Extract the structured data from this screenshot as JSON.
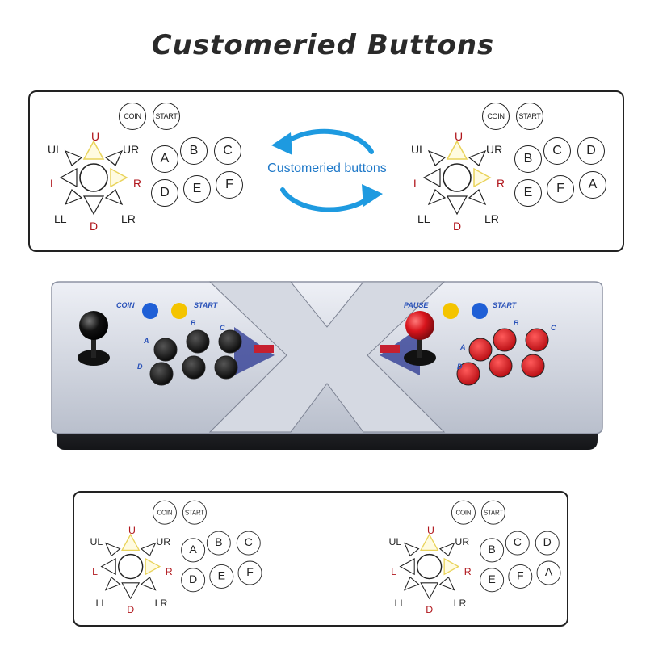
{
  "title": "Customeried Buttons",
  "center_caption": "Customeried buttons",
  "layouts": {
    "top_left": {
      "coin": "COIN",
      "start": "START",
      "dirs": {
        "u": "U",
        "ul": "UL",
        "ur": "UR",
        "l": "L",
        "r": "R",
        "ll": "LL",
        "lr": "LR",
        "d": "D"
      },
      "buttons": [
        "A",
        "B",
        "C",
        "D",
        "E",
        "F"
      ]
    },
    "top_right": {
      "coin": "COIN",
      "start": "START",
      "dirs": {
        "u": "U",
        "ul": "UL",
        "ur": "UR",
        "l": "L",
        "r": "R",
        "ll": "LL",
        "lr": "LR",
        "d": "D"
      },
      "buttons": [
        "B",
        "C",
        "D",
        "E",
        "F",
        "A"
      ]
    },
    "bottom_left": {
      "coin": "COIN",
      "start": "START",
      "dirs": {
        "u": "U",
        "ul": "UL",
        "ur": "UR",
        "l": "L",
        "r": "R",
        "ll": "LL",
        "lr": "LR",
        "d": "D"
      },
      "buttons": [
        "A",
        "B",
        "C",
        "D",
        "E",
        "F"
      ]
    },
    "bottom_right": {
      "coin": "COIN",
      "start": "START",
      "dirs": {
        "u": "U",
        "ul": "UL",
        "ur": "UR",
        "l": "L",
        "r": "R",
        "ll": "LL",
        "lr": "LR",
        "d": "D"
      },
      "buttons": [
        "B",
        "C",
        "D",
        "E",
        "F",
        "A"
      ]
    }
  },
  "machine": {
    "coin_label": "COIN",
    "start_label_left": "START",
    "pause_label": "PAUSE",
    "start_label_right": "START",
    "left_letters": [
      "A",
      "B",
      "C",
      "D"
    ],
    "right_letters": [
      "A",
      "B",
      "C",
      "D"
    ],
    "colors": {
      "left_buttons": "#111111",
      "right_buttons": "#d8141c",
      "blue": "#1f5fd6",
      "yellow": "#f4c400",
      "red_ball": "#d8141c",
      "black_ball": "#111111"
    }
  },
  "colors": {
    "accent_blue": "#1e78c8",
    "dir_red": "#b0161c",
    "joy_yellow": "#e9d35a"
  }
}
